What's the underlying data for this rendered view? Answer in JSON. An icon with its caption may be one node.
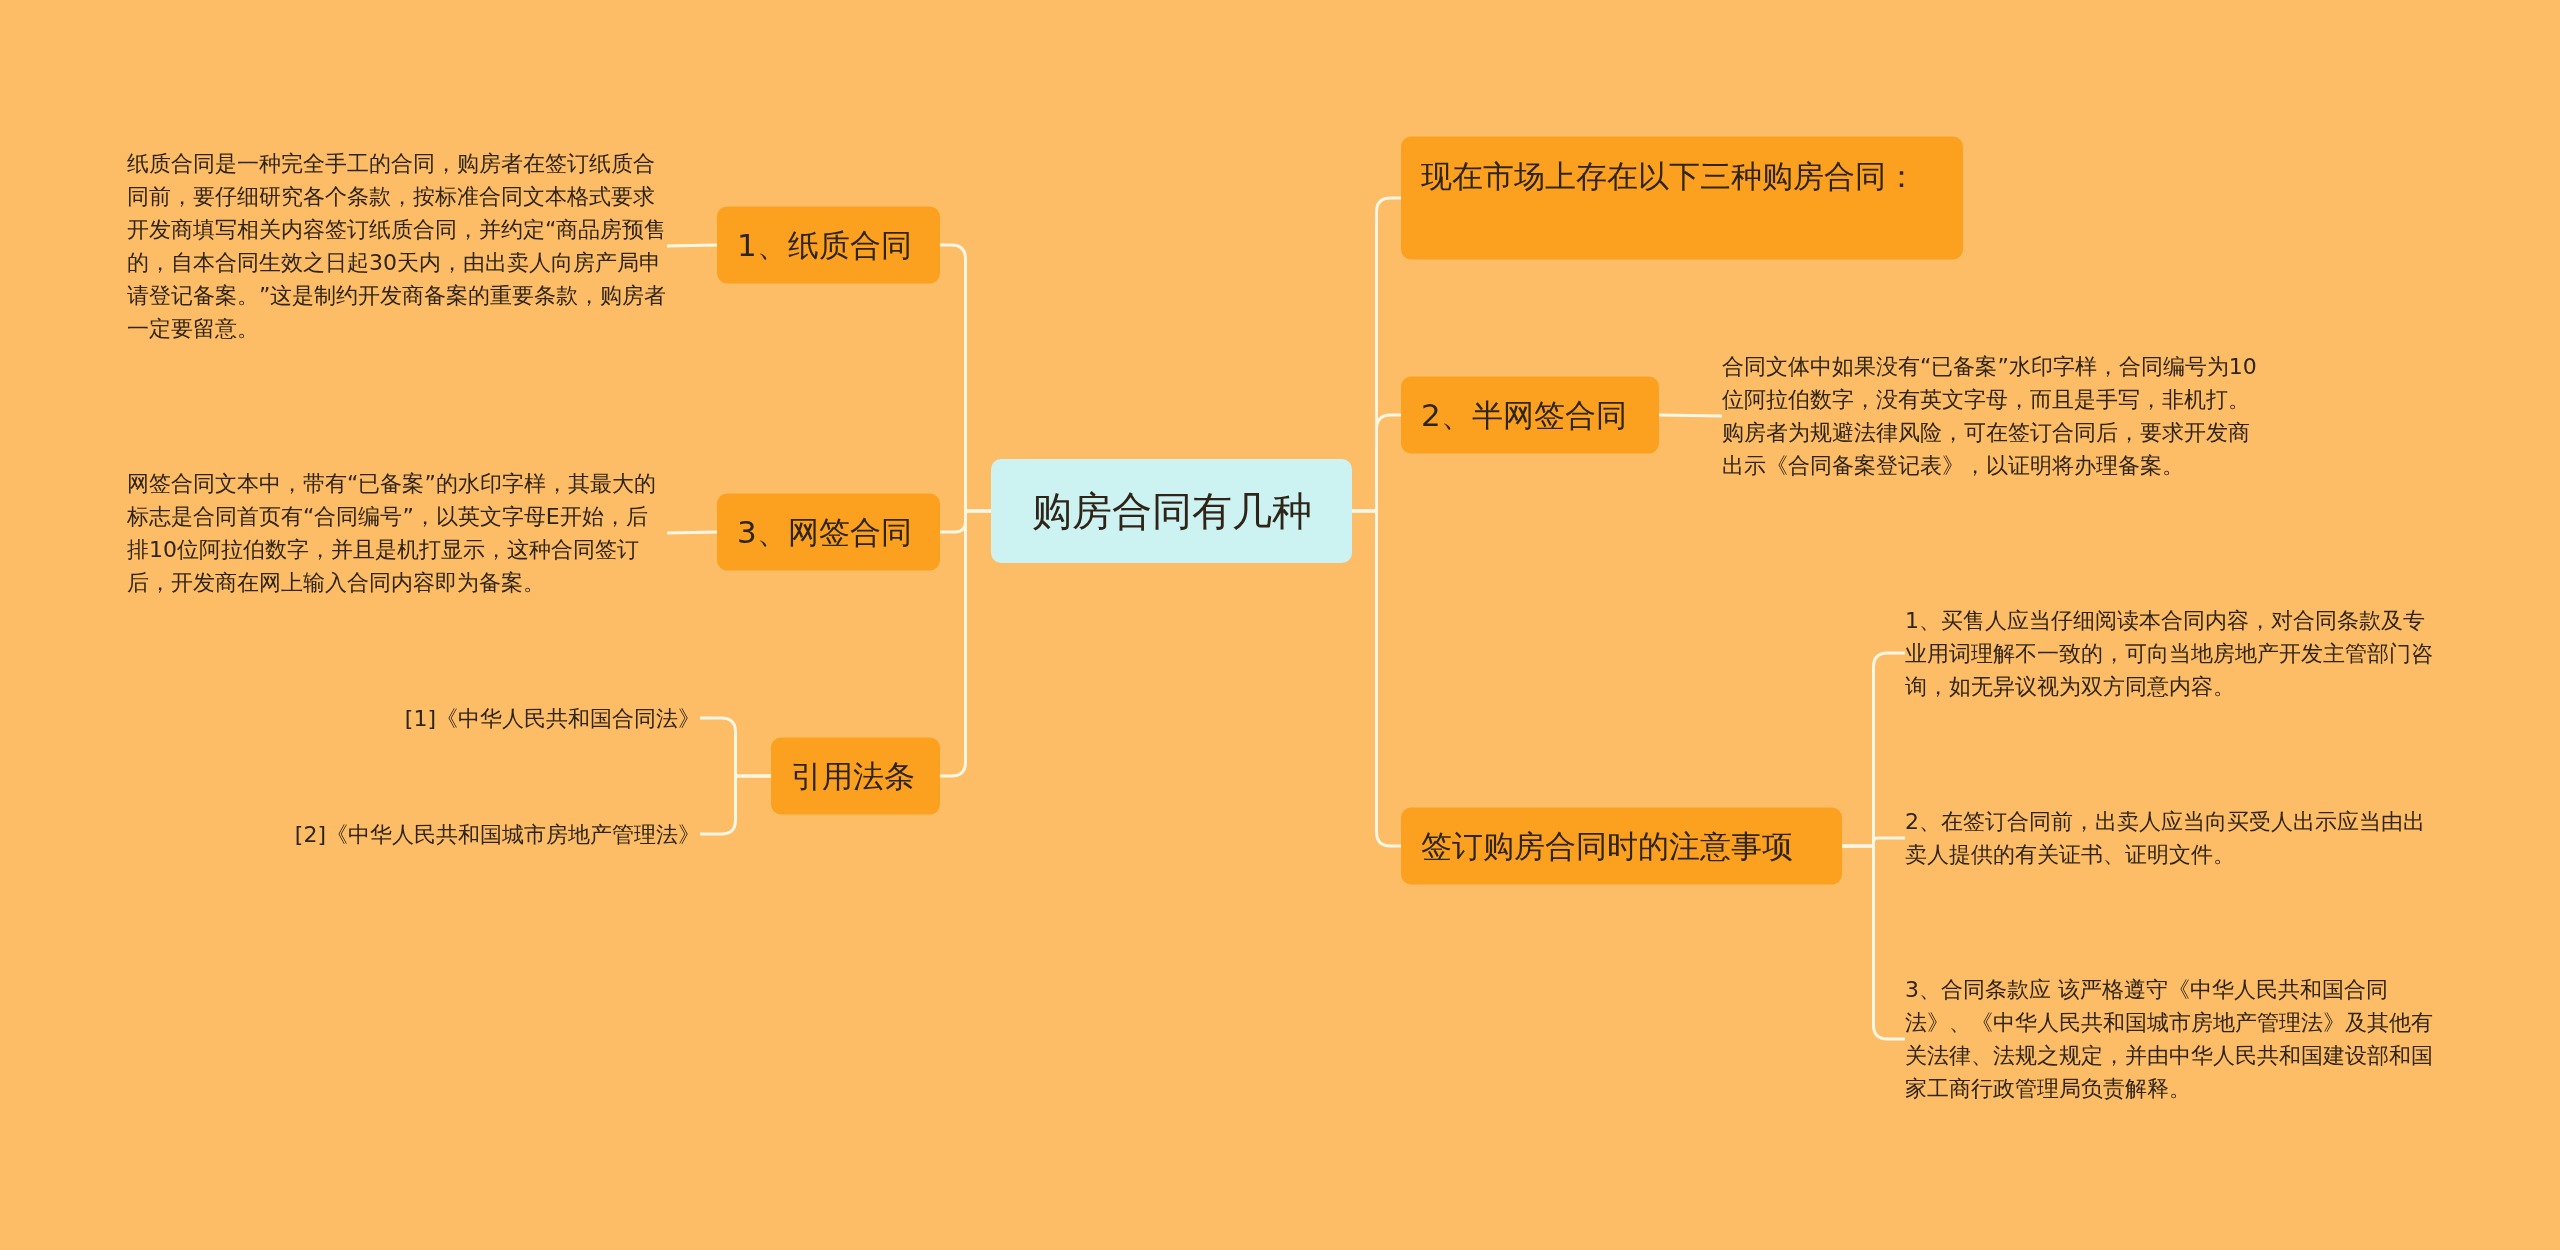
{
  "diagram": {
    "nodes": [
      {
        "text": [
          "购房合同有几种"
        ]
      },
      {
        "text": [
          "1、纸质合同"
        ]
      },
      {
        "text": [
          "纸质合同是一种完全手工的合同，购房者在签订纸质合同前，要仔细研究各个条款，按标准合同文本格式要求开发商填写相关内容签订纸质合同，并约定“商品房预售的，自本合同生效之日起30天内，由出卖人向房产局申请登记备案。”这是制约开发商备案的重要条款，购房者一定要留意。"
        ]
      },
      {
        "text": [
          "3、网签合同"
        ]
      },
      {
        "text": [
          "网签合同文本中，带有“已备案”的水印字样，其最大的标志是合同首页有“合同编号”，以英文字母E开始，后排10位阿拉伯数字，并且是机打显示，这种合同签订后，开发商在网上输入合同内容即为备案。"
        ]
      },
      {
        "text": [
          "引用法条"
        ]
      },
      {
        "text": [
          "[1]《中华人民共和国合同法》"
        ]
      },
      {
        "text": [
          "[2]《中华人民共和国城市房地产管理法》"
        ]
      },
      {
        "text": [
          "现在市场上存在以下三种购房合同："
        ]
      },
      {
        "text": [
          "2、半网签合同"
        ]
      },
      {
        "text": [
          "合同文体中如果没有“已备案”水印字样，合同编号为10位阿拉伯数字，没有英文字母，而且是手写，非机打。购房者为规避法律风险，可在签订合同后，要求开发商出示《合同备案登记表》，以证明将办理备案。"
        ]
      },
      {
        "text": [
          "签订购房合同时的注意事项"
        ]
      },
      {
        "text": [
          "1、买售人应当仔细阅读本合同内容，对合同条款及专业用词理解不一致的，可向当地房地产开发主管部门咨询，如无异议视为双方同意内容。"
        ]
      },
      {
        "text": [
          "2、在签订合同前，出卖人应当向买受人出示应当由出卖人提供的有关证书、证明文件。"
        ]
      },
      {
        "text": [
          "3、合同条款应 该严格遵守《中华人民共和国合同法》、《中华人民共和国城市房地产管理法》及其他有关法律、法规之规定，并由中华人民共和国建设部和国家工商行政管理局负责解释。"
        ]
      }
    ],
    "edges": [
      {
        "from": 0,
        "to": 1,
        "arrow": "none"
      },
      {
        "from": 1,
        "to": 2,
        "arrow": "none"
      },
      {
        "from": 0,
        "to": 3,
        "arrow": "none"
      },
      {
        "from": 3,
        "to": 4,
        "arrow": "none"
      },
      {
        "from": 0,
        "to": 5,
        "arrow": "none"
      },
      {
        "from": 5,
        "to": 6,
        "arrow": "none"
      },
      {
        "from": 5,
        "to": 7,
        "arrow": "none"
      },
      {
        "from": 0,
        "to": 8,
        "arrow": "none"
      },
      {
        "from": 0,
        "to": 9,
        "arrow": "none"
      },
      {
        "from": 9,
        "to": 10,
        "arrow": "none"
      },
      {
        "from": 0,
        "to": 11,
        "arrow": "none"
      },
      {
        "from": 11,
        "to": 12,
        "arrow": "none"
      },
      {
        "from": 11,
        "to": 13,
        "arrow": "none"
      },
      {
        "from": 11,
        "to": 14,
        "arrow": "none"
      }
    ]
  }
}
